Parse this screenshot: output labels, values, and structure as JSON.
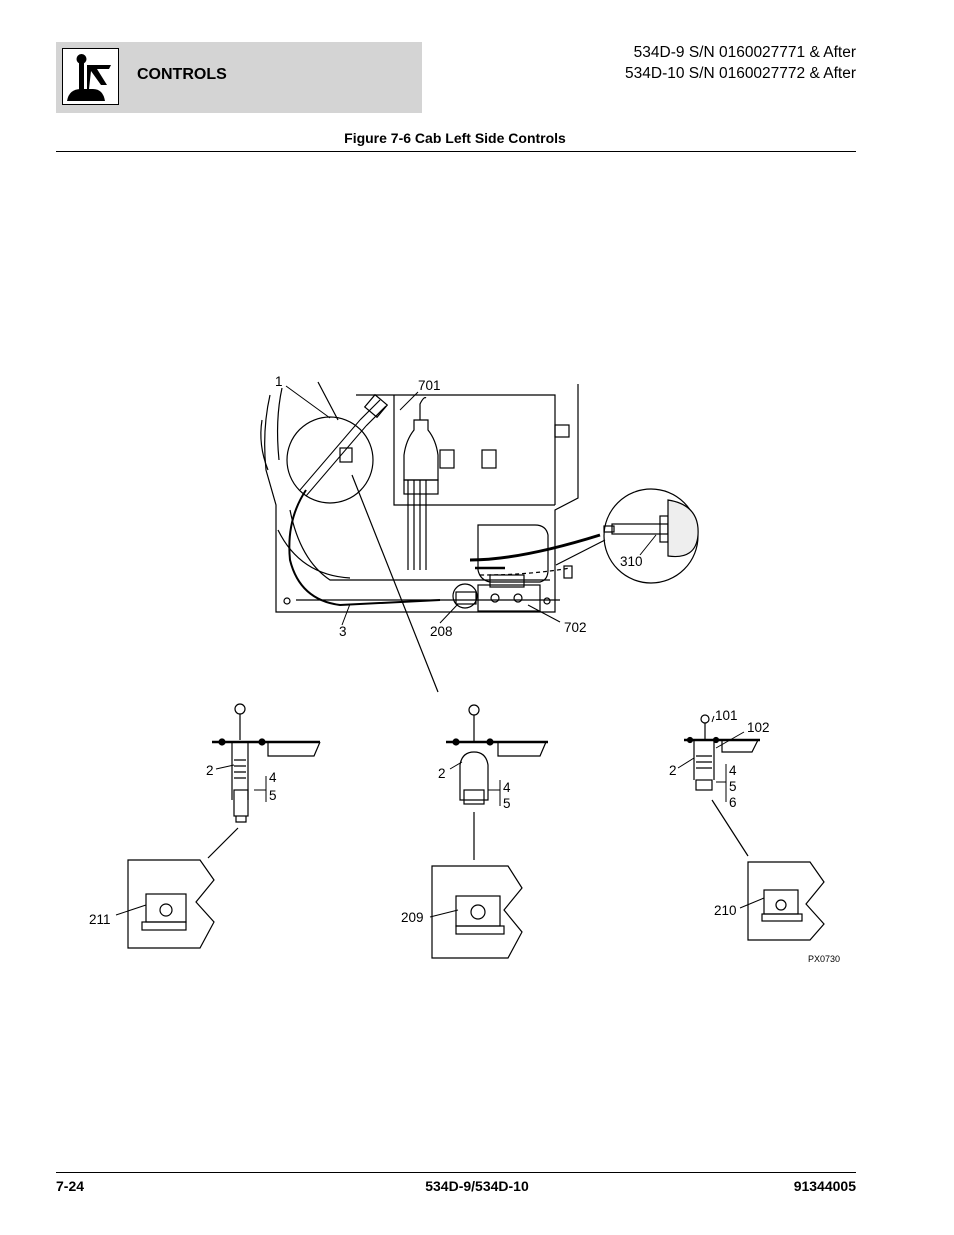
{
  "header": {
    "section": "CONTROLS",
    "serial_line1": "534D-9 S/N 0160027771 & After",
    "serial_line2": "534D-10 S/N 0160027772 & After",
    "logo_icon": "joystick-lever-icon"
  },
  "figure": {
    "title": "Figure 7-6 Cab Left Side Controls",
    "image_code": "PX0730",
    "callouts": {
      "c1": "1",
      "c701": "701",
      "c310": "310",
      "c3": "3",
      "c208": "208",
      "c702": "702",
      "left_2": "2",
      "left_4": "4",
      "left_5": "5",
      "left_211": "211",
      "mid_2": "2",
      "mid_4": "4",
      "mid_5": "5",
      "mid_209": "209",
      "right_101": "101",
      "right_102": "102",
      "right_2": "2",
      "right_4": "4",
      "right_5": "5",
      "right_6": "6",
      "right_210": "210"
    }
  },
  "footer": {
    "page": "7-24",
    "model": "534D-9/534D-10",
    "part_number": "91344005"
  }
}
